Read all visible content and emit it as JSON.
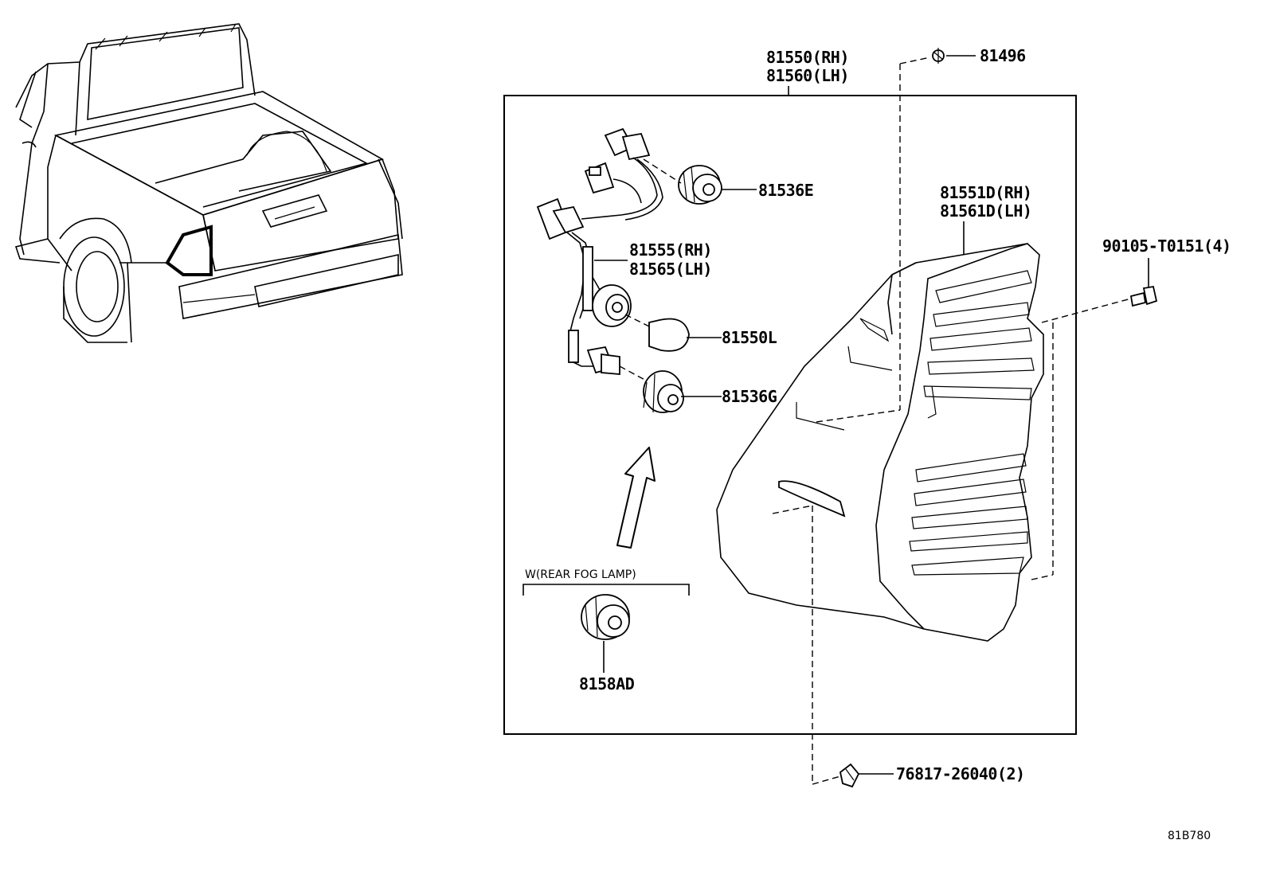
{
  "labels": {
    "assy_rh": "81550(RH)",
    "assy_lh": "81560(LH)",
    "screw_top": "81496",
    "socket_e": "81536E",
    "lens_rh": "81551D(RH)",
    "lens_lh": "81561D(LH)",
    "bolt": "90105-T0151(4)",
    "wire_rh": "81555(RH)",
    "wire_lh": "81565(LH)",
    "bulb": "81550L",
    "socket_g": "81536G",
    "fog_condition": "W(REAR FOG LAMP)",
    "fog_socket": "8158AD",
    "clip": "76817-26040(2)",
    "figure_code": "81B780"
  }
}
